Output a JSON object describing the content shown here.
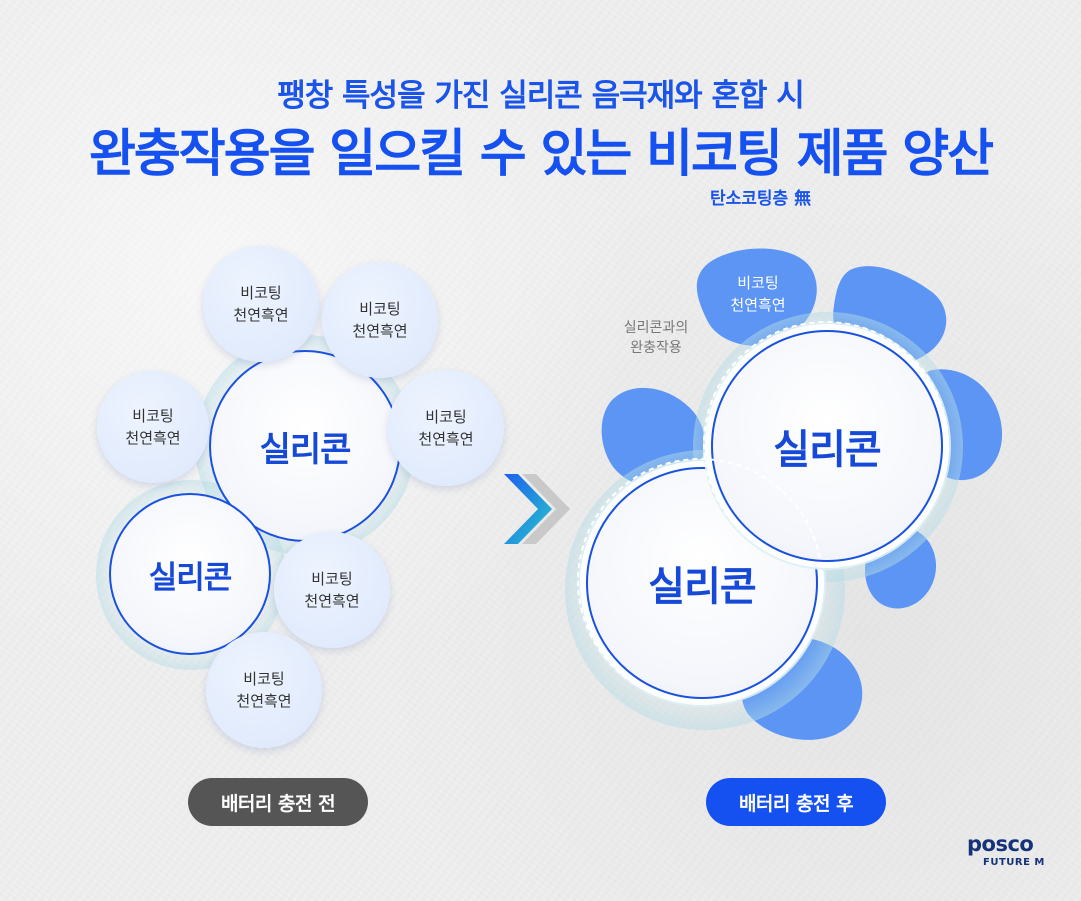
{
  "header": {
    "subtitle": "팽창 특성을 가진 실리콘 음극재와 혼합 시",
    "title": "완충작용을 일으킬 수 있는 비코팅 제품 양산",
    "note": "탄소코팅층 無"
  },
  "labels": {
    "silicon": "실리콘",
    "natural_graphite_line1": "비코팅",
    "natural_graphite_line2": "천연흑연",
    "buffer_line1": "실리콘과의",
    "buffer_line2": "완충작용"
  },
  "states": {
    "before": "배터리 충전 전",
    "after": "배터리 충전 후"
  },
  "brand": {
    "line1": "POSCO",
    "line2": "FUTURE M"
  },
  "colors": {
    "primary_blue": "#1550f0",
    "blob_blue": "#5c95f3",
    "before_badge": "#555555",
    "after_badge": "#1550f0"
  }
}
